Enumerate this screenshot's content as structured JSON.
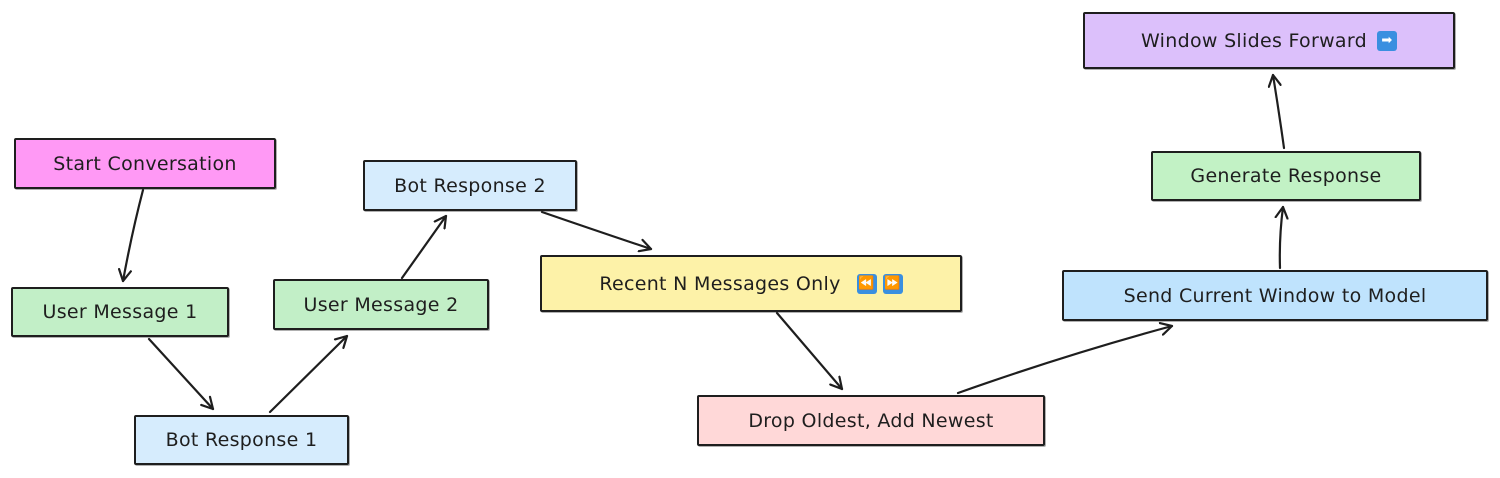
{
  "diagram": {
    "nodes": {
      "start": {
        "label": "Start Conversation",
        "color": "#ff99f5"
      },
      "user1": {
        "label": "User Message 1",
        "color": "#c2efc7"
      },
      "bot1": {
        "label": "Bot Response 1",
        "color": "#d6ecfd"
      },
      "user2": {
        "label": "User Message 2",
        "color": "#c2efc7"
      },
      "bot2": {
        "label": "Bot Response 2",
        "color": "#d6ecfd"
      },
      "recent": {
        "label": "Recent N Messages Only",
        "icons": [
          "rewind-icon",
          "fast-forward-icon"
        ],
        "color": "#fdf2a8"
      },
      "drop": {
        "label": "Drop Oldest, Add Newest",
        "color": "#ffd8d8"
      },
      "send": {
        "label": "Send Current Window to Model",
        "color": "#bfe3fd"
      },
      "generate": {
        "label": "Generate Response",
        "color": "#c2f2c5"
      },
      "window": {
        "label": "Window Slides Forward",
        "icons": [
          "right-arrow-icon"
        ],
        "color": "#dcc0fb"
      }
    },
    "edges": [
      {
        "from": "start",
        "to": "user1"
      },
      {
        "from": "user1",
        "to": "bot1"
      },
      {
        "from": "bot1",
        "to": "user2"
      },
      {
        "from": "user2",
        "to": "bot2"
      },
      {
        "from": "bot2",
        "to": "recent"
      },
      {
        "from": "recent",
        "to": "drop"
      },
      {
        "from": "drop",
        "to": "send"
      },
      {
        "from": "send",
        "to": "generate"
      },
      {
        "from": "generate",
        "to": "window"
      }
    ]
  }
}
